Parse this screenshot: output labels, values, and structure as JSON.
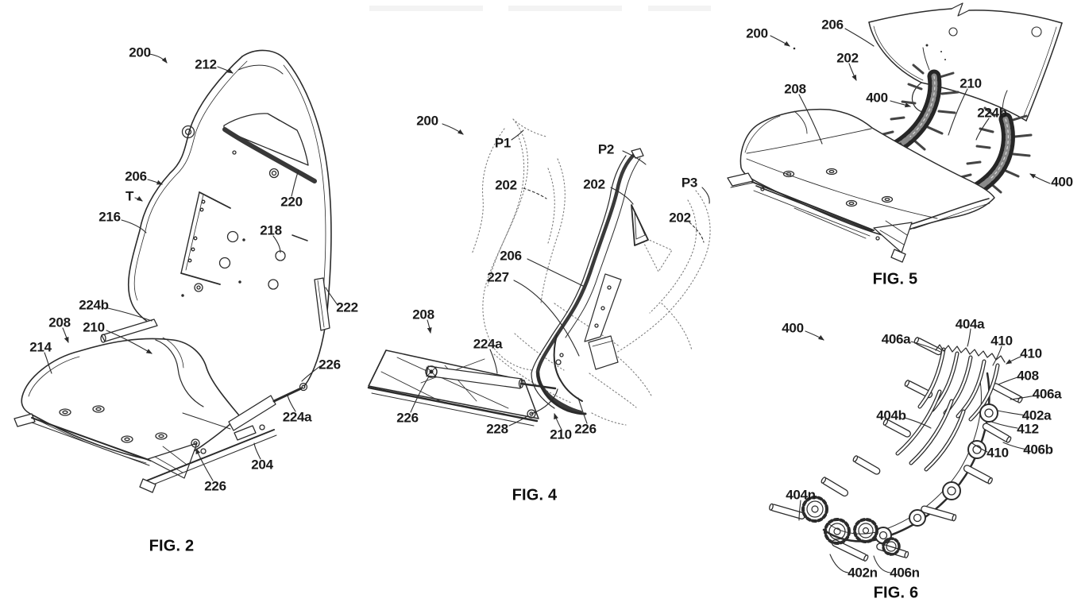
{
  "sheet": {
    "background": "#ffffff",
    "line_color": "#2b2b2b",
    "phantom_line_color": "#7d7d7d",
    "chain_color": "#262626"
  },
  "fig2": {
    "caption": "FIG. 2",
    "refs": {
      "r200": "200",
      "r212": "212",
      "r206": "206",
      "rT": "T",
      "r216": "216",
      "r220": "220",
      "r218": "218",
      "r224b": "224b",
      "r208": "208",
      "r210": "210",
      "r214": "214",
      "r222": "222",
      "r226_upper": "226",
      "r224a": "224a",
      "r204": "204",
      "r226_lower": "226"
    }
  },
  "fig4": {
    "caption": "FIG. 4",
    "refs": {
      "r200": "200",
      "rP1": "P1",
      "rP2": "P2",
      "rP3": "P3",
      "r202_left": "202",
      "r202_mid": "202",
      "r202_right": "202",
      "r206": "206",
      "r227": "227",
      "r208": "208",
      "r224a": "224a",
      "r226_left": "226",
      "r228": "228",
      "r210": "210",
      "r226_right": "226"
    }
  },
  "fig5": {
    "caption": "FIG. 5",
    "refs": {
      "r200": "200",
      "r206": "206",
      "r202": "202",
      "r208": "208",
      "r400_left": "400",
      "r210": "210",
      "r224b": "224b",
      "r400_right": "400"
    }
  },
  "fig6": {
    "caption": "FIG. 6",
    "refs": {
      "r400": "400",
      "r406a_top": "406a",
      "r404a": "404a",
      "r410_a": "410",
      "r410_b": "410",
      "r408": "408",
      "r406a_right": "406a",
      "r402a": "402a",
      "r412": "412",
      "r404b": "404b",
      "r410_c": "410",
      "r406b": "406b",
      "r404n": "404n",
      "r402n": "402n",
      "r406n": "406n"
    }
  }
}
